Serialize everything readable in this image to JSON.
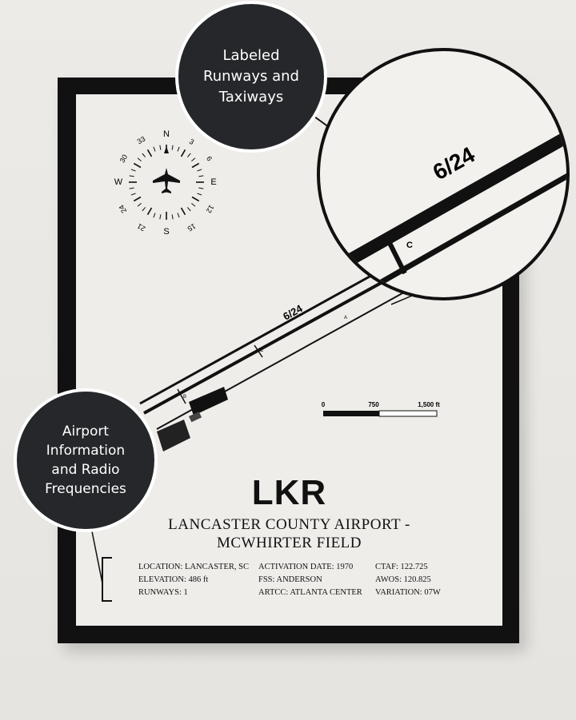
{
  "callouts": {
    "runways_label": [
      "Labeled",
      "Runways and",
      "Taxiways"
    ],
    "info_label": [
      "Airport",
      "Information",
      "and Radio",
      "Frequencies"
    ]
  },
  "compass": {
    "cardinals": [
      "N",
      "E",
      "S",
      "W"
    ],
    "numbers": [
      "3",
      "6",
      "12",
      "15",
      "21",
      "24",
      "30",
      "33"
    ]
  },
  "runway": {
    "label": "6/24",
    "taxiways": [
      "A",
      "B",
      "C"
    ],
    "zoom_taxiway": "C"
  },
  "scale": {
    "labels": [
      "0",
      "750",
      "1,500 ft"
    ]
  },
  "airport": {
    "code": "LKR",
    "name_line1": "LANCASTER COUNTY AIRPORT -",
    "name_line2": "MCWHIRTER FIELD"
  },
  "info": {
    "col1": [
      "LOCATION: LANCASTER, SC",
      "ELEVATION: 486 ft",
      "RUNWAYS: 1"
    ],
    "col2": [
      "ACTIVATION DATE: 1970",
      "FSS: ANDERSON",
      "ARTCC: ATLANTA CENTER"
    ],
    "col3": [
      "CTAF: 122.725",
      "AWOS: 120.825",
      "VARIATION: 07W"
    ]
  },
  "colors": {
    "frame": "#111111",
    "mat": "#efedea",
    "bubble": "#26272b",
    "wall": "#e9e7e3"
  }
}
